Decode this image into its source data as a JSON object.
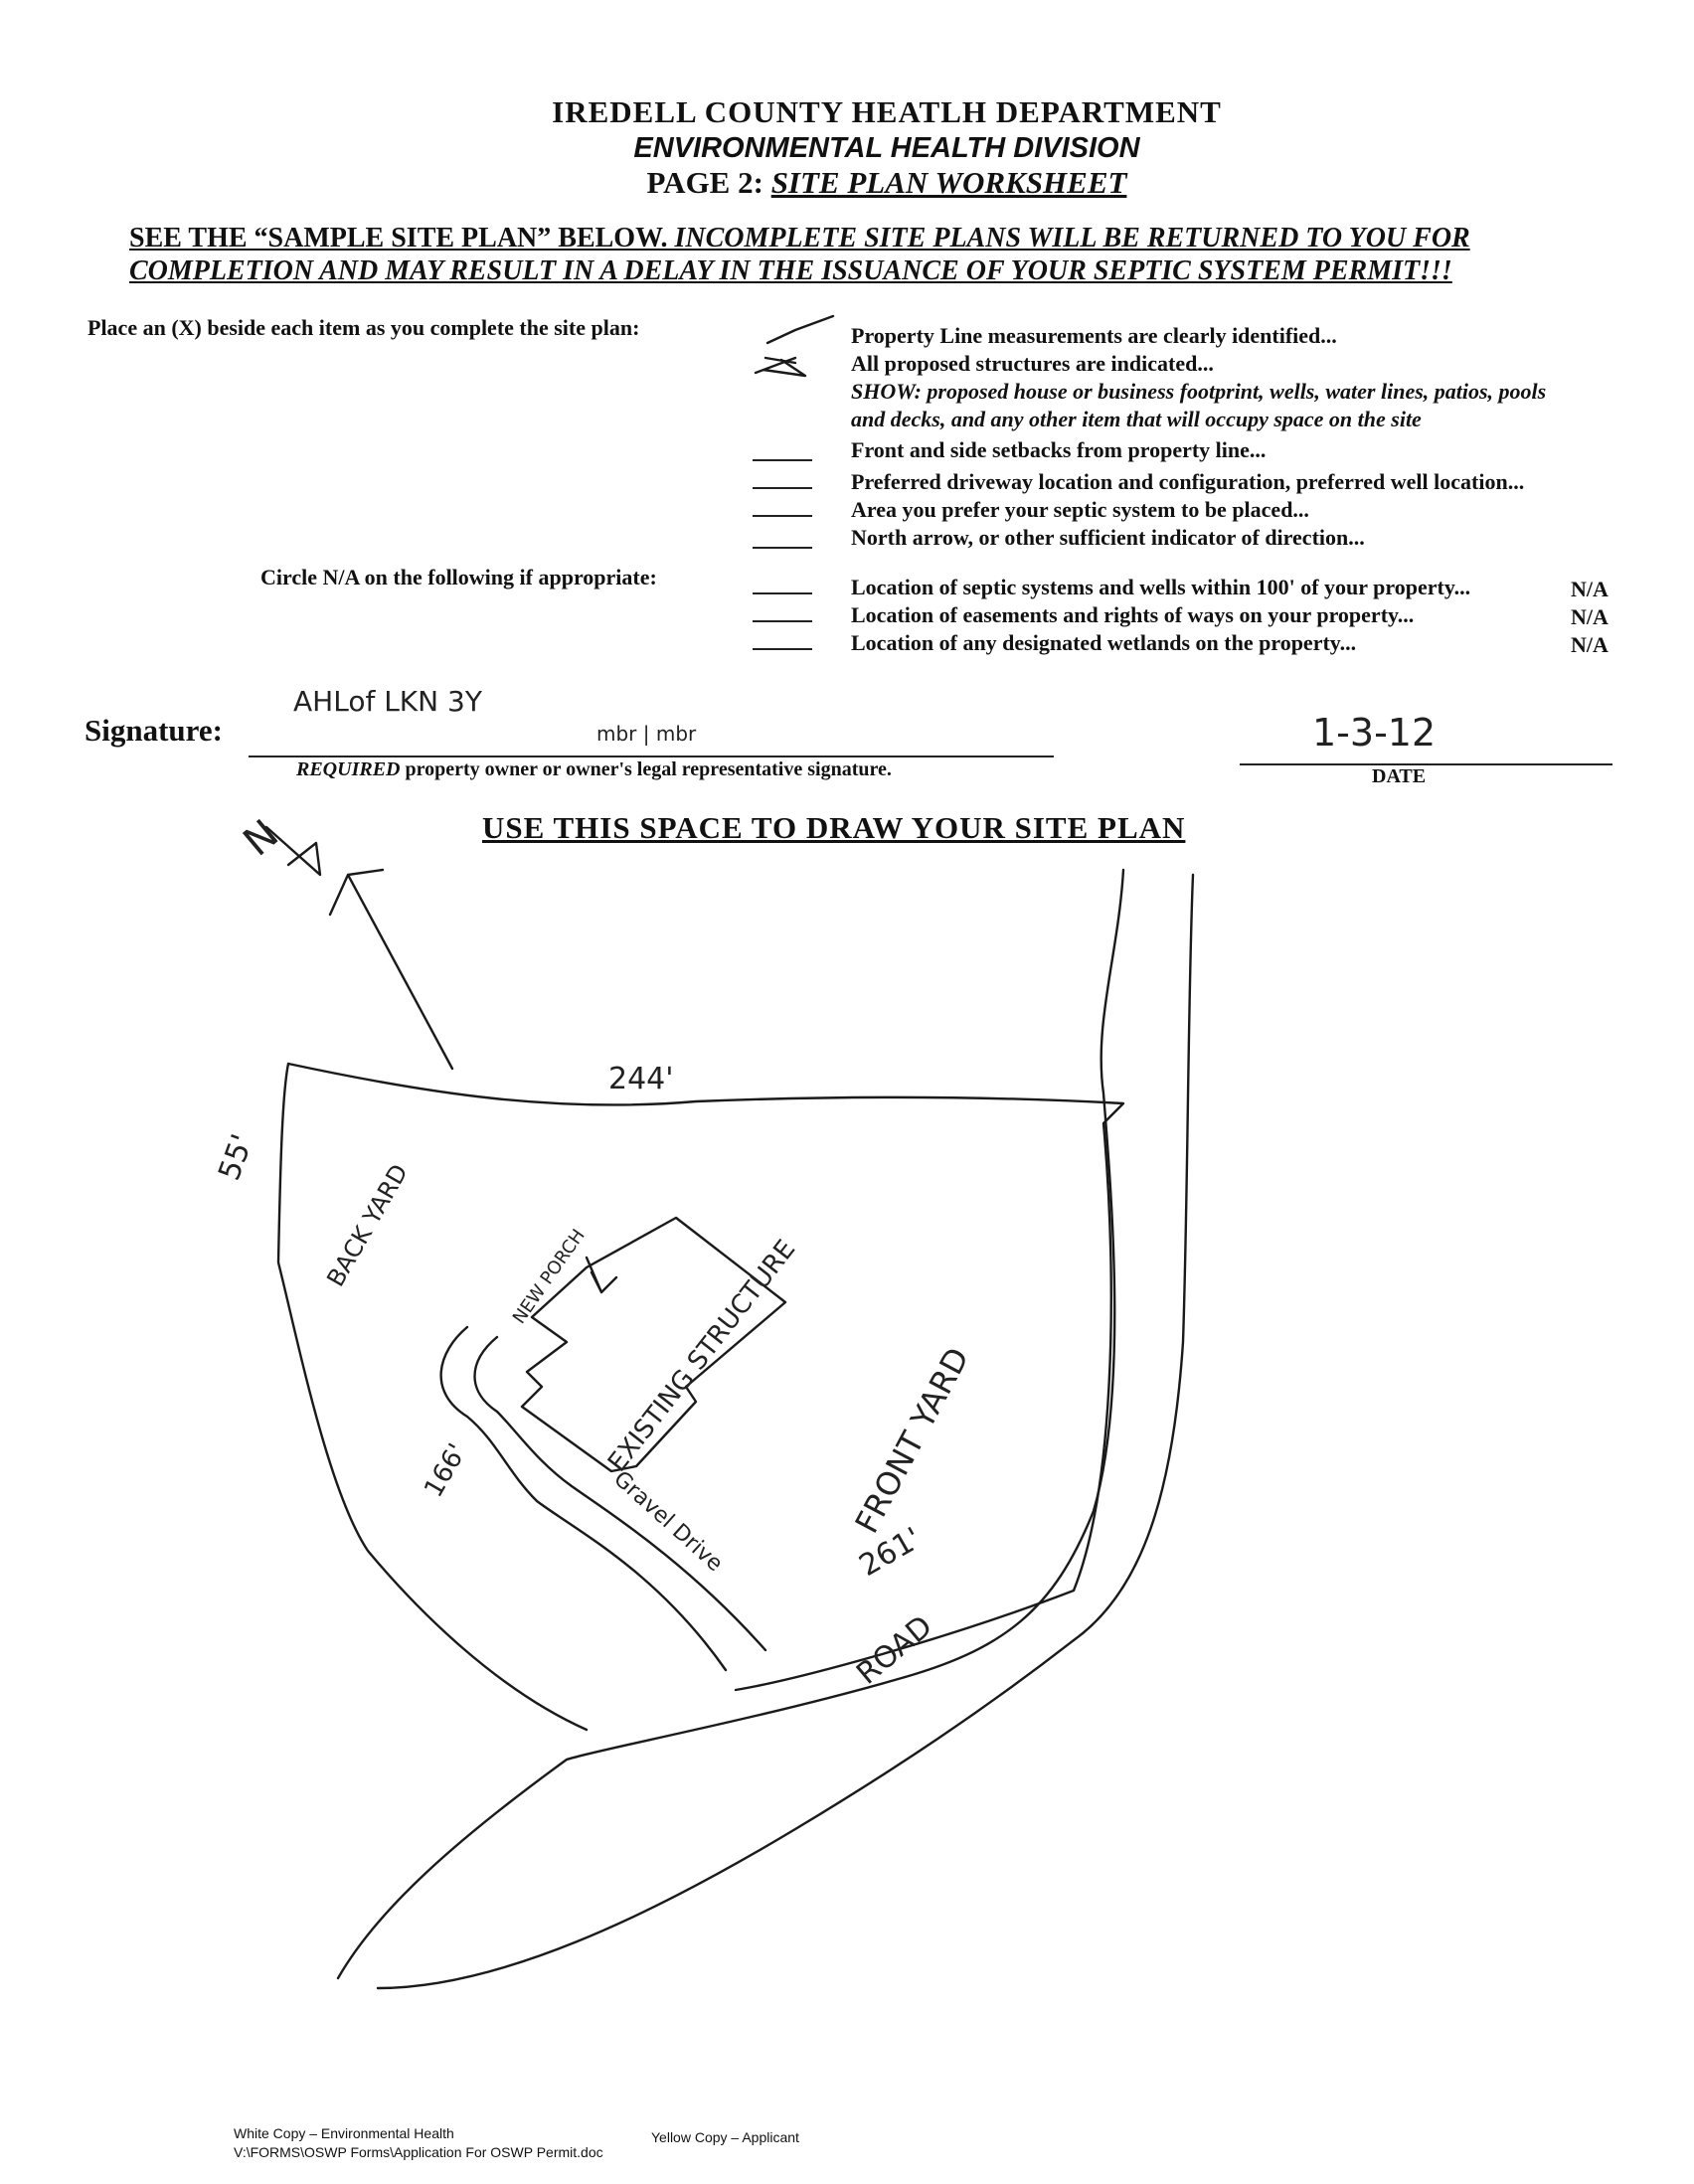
{
  "header": {
    "line1": "IREDELL COUNTY HEATLH DEPARTMENT",
    "line2": "ENVIRONMENTAL HEALTH DIVISION",
    "line3_prefix": "PAGE 2: ",
    "line3_title": "SITE PLAN WORKSHEET"
  },
  "warning": {
    "plain": "SEE THE “SAMPLE SITE PLAN” BELOW.",
    "italic": "INCOMPLETE SITE PLANS WILL BE RETURNED TO YOU FOR COMPLETION AND MAY RESULT IN A DELAY IN THE ISSUANCE OF YOUR SEPTIC SYSTEM PERMIT!!!"
  },
  "checklist": {
    "instruction": "Place an (X) beside each item as you complete the site plan:",
    "items": [
      "Property Line measurements are clearly identified...",
      "All proposed structures are indicated...",
      "SHOW: proposed house or business footprint, wells, water lines, patios, pools",
      "and decks, and any other item that will occupy space on the site",
      "Front and side setbacks from property line...",
      "Preferred driveway location and configuration, preferred well location...",
      "Area you prefer your septic system to be placed...",
      "North arrow, or other sufficient indicator of direction..."
    ],
    "na_instruction": "Circle N/A on the following if appropriate:",
    "na_items": [
      {
        "label": "Location of septic systems and wells within 100' of your property...",
        "na": "N/A"
      },
      {
        "label": "Location of easements and rights of ways on your property...",
        "na": "N/A"
      },
      {
        "label": "Location of any designated wetlands on the property...",
        "na": "N/A"
      }
    ]
  },
  "signature": {
    "label": "Signature:",
    "handwritten_note": "AHLof LKN 3Y",
    "handwritten_suffix": "mbr | mbr",
    "note_italic": "REQUIRED",
    "note_rest": " property owner or owner's legal representative signature.",
    "date_value": "1-3-12",
    "date_label": "DATE"
  },
  "site_plan": {
    "title": "USE THIS SPACE TO DRAW YOUR SITE PLAN",
    "north_label": "N",
    "dim_top": "244'",
    "dim_left": "55'",
    "dim_left_lower": "166'",
    "dim_front": "261'",
    "back_yard": "BACK YARD",
    "front_yard": "FRONT YARD",
    "new_porch": "NEW PORCH",
    "existing_structure": "EXISTING STRUCTURE",
    "driveway": "Gravel Drive",
    "road": "ROAD"
  },
  "footer": {
    "white_copy": "White Copy – Environmental Health",
    "yellow_copy": "Yellow Copy – Applicant",
    "path": "V:\\FORMS\\OSWP Forms\\Application For OSWP Permit.doc"
  }
}
